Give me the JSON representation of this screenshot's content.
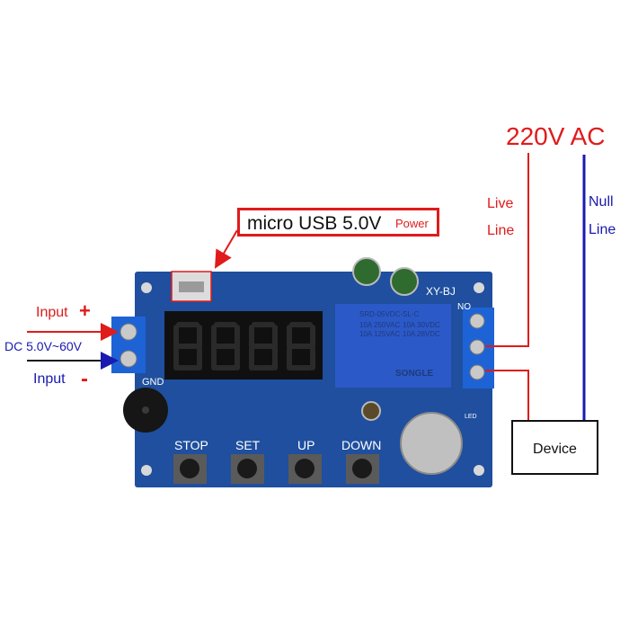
{
  "ac_label": "220V AC",
  "live_label": [
    "Live",
    "Line"
  ],
  "null_label": [
    "Null",
    "Line"
  ],
  "usb_label": {
    "main": "micro USB 5.0V",
    "sub": "Power"
  },
  "input_plus": {
    "text": "Input",
    "symbol": "+"
  },
  "input_minus": {
    "text": "Input",
    "symbol": "-"
  },
  "dc_range": "DC 5.0V~60V",
  "device_label": "Device",
  "board": {
    "brand": "XY-BJ",
    "gnd": "GND",
    "relay_terminal": "NO",
    "led": "LED",
    "display_digits": "88:88",
    "buttons": [
      "STOP",
      "SET",
      "UP",
      "DOWN"
    ],
    "relay_text": [
      "SRD-05VDC-SL-C",
      "10A 250VAC",
      "10A 125VAC",
      "10A 30VDC",
      "10A 28VDC",
      "SONGLE"
    ]
  },
  "colors": {
    "live_wire": "#e01b1b",
    "null_wire": "#1a1ab0",
    "pcb": "#1f4f9e",
    "display": "#101010",
    "segment": "#2a2a2a",
    "relay": "#2c59c8",
    "terminal": "#1e63d6"
  }
}
